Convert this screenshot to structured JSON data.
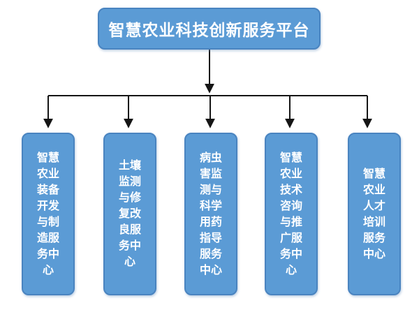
{
  "diagram": {
    "root": {
      "label": "智慧农业科技创新服务平台"
    },
    "children": [
      {
        "label": "智慧农业装备开发与制造服务中心"
      },
      {
        "label": "土壤监测与修复改良服务中心"
      },
      {
        "label": "病虫害监测与科学用药指导服务中心"
      },
      {
        "label": "智慧农业技术咨询与推广服务中心"
      },
      {
        "label": "智慧农业人才培训服务中心"
      }
    ],
    "colors": {
      "box_fill": "#5B9BD5",
      "box_border": "#4A84C0",
      "connector": "#151515",
      "text": "#FFFFFF",
      "background": "#FFFFFF"
    }
  }
}
